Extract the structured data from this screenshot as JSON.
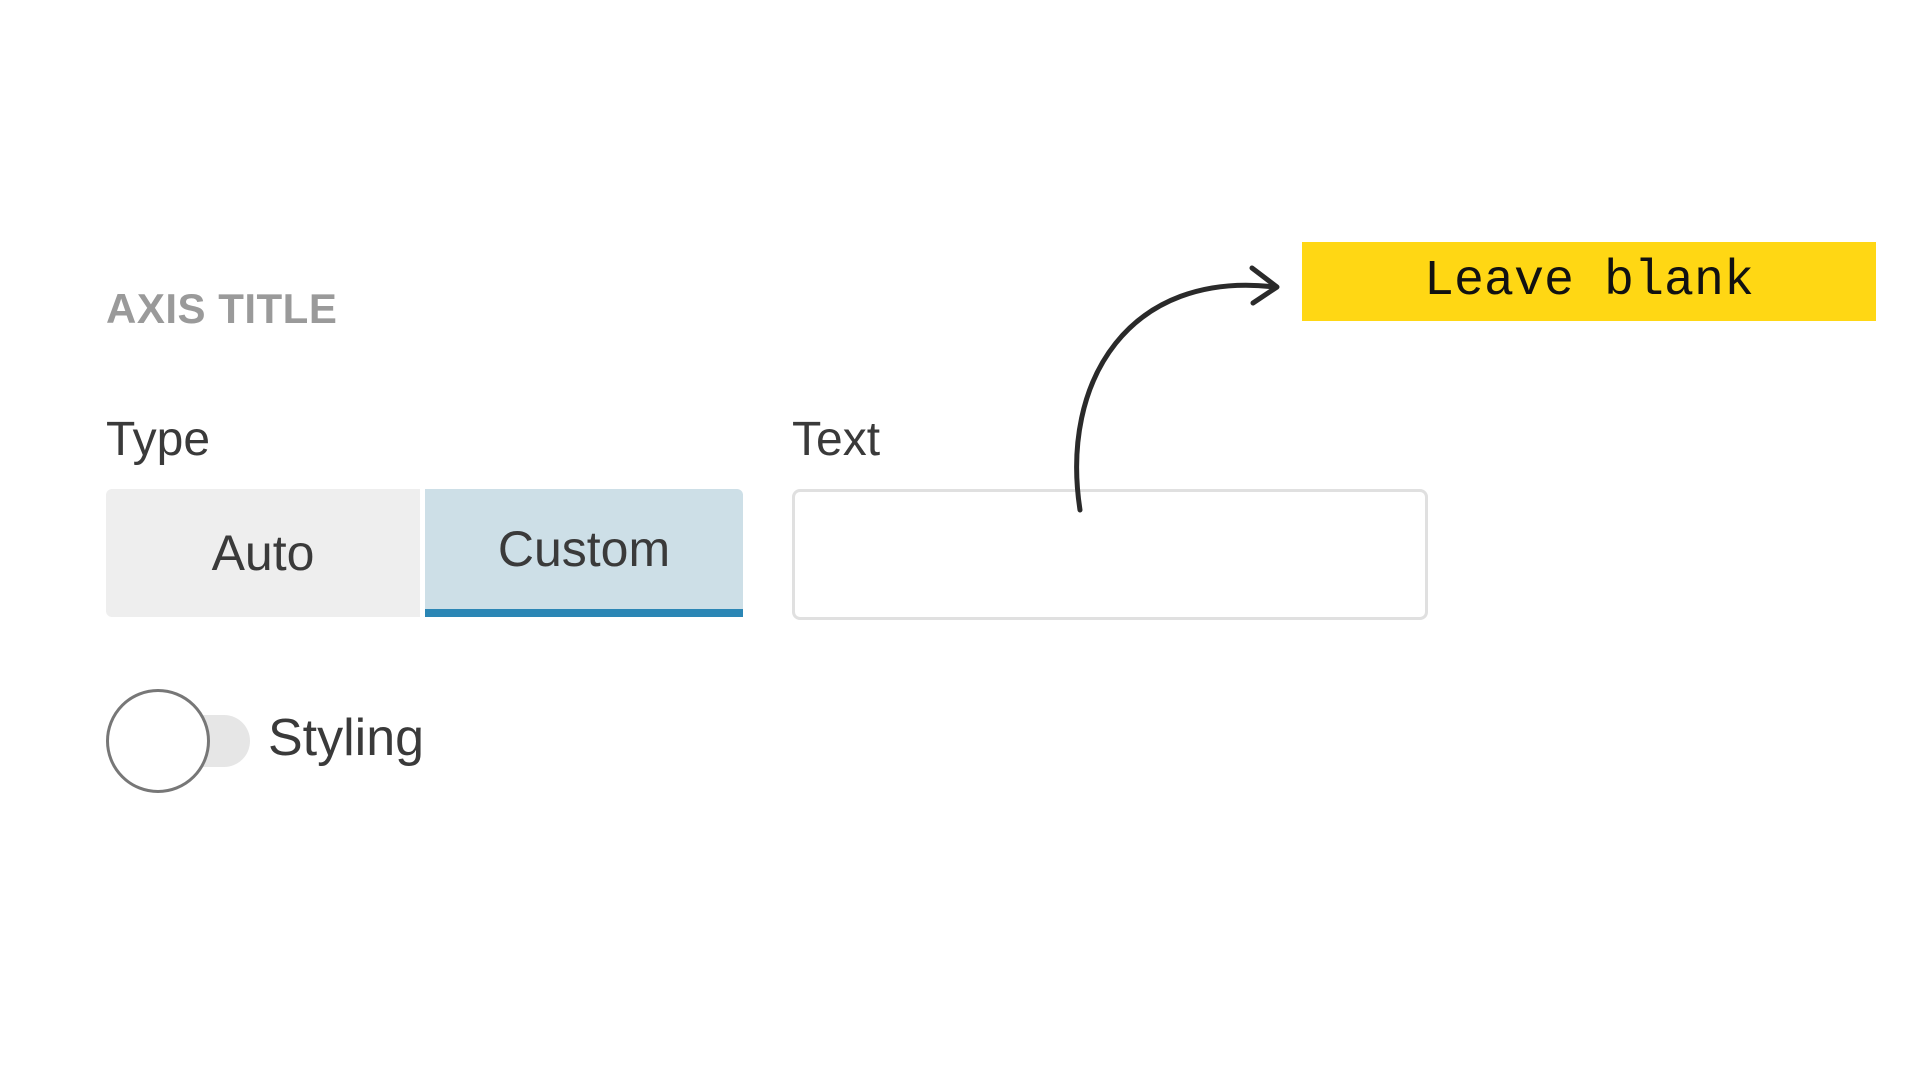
{
  "panel": {
    "section_title": "AXIS TITLE",
    "type_field": {
      "label": "Type",
      "options": [
        "Auto",
        "Custom"
      ],
      "selected": "Custom"
    },
    "text_field": {
      "label": "Text",
      "value": ""
    },
    "styling_toggle": {
      "label": "Styling",
      "checked": false
    }
  },
  "annotation": {
    "text": "Leave blank",
    "color": "#ffd714"
  },
  "colors": {
    "section_title": "#9a9a9a",
    "selected_segment_bg": "#cddfe7",
    "selected_segment_underline": "#2b86b5",
    "unselected_segment_bg": "#eeeeee"
  },
  "icons": {
    "annotation_arrow": "curved-arrow-icon"
  }
}
